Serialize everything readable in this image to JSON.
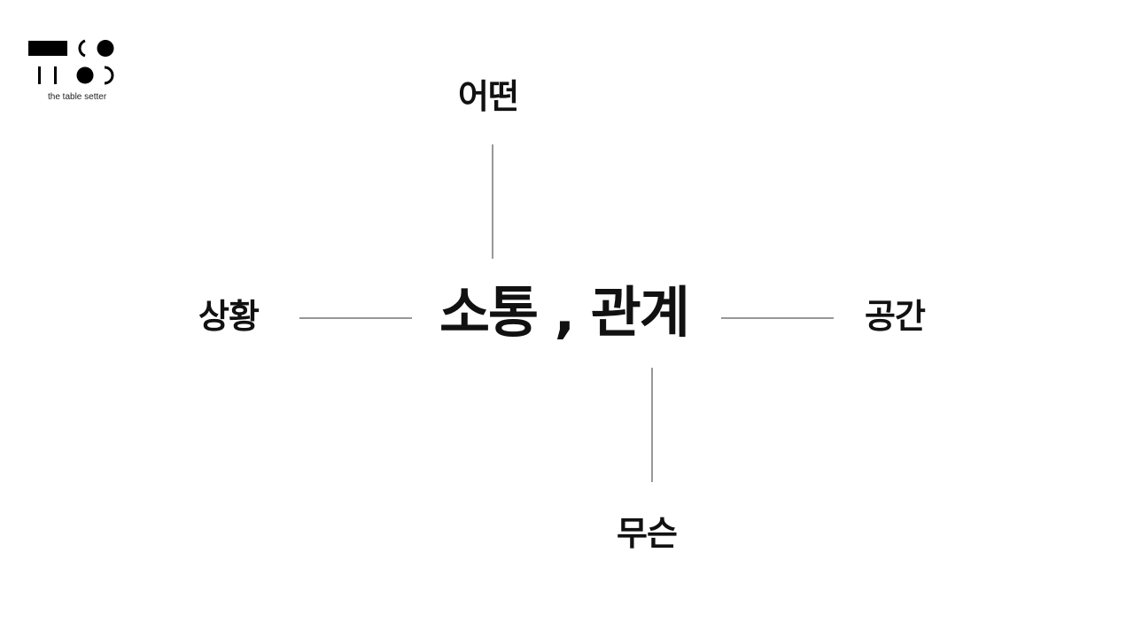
{
  "logo": {
    "caption": "the table setter"
  },
  "diagram": {
    "center": "소통 , 관계",
    "top": "어떤",
    "left": "상황",
    "right": "공간",
    "bottom": "무슨"
  },
  "colors": {
    "text": "#111111",
    "line": "#777777",
    "background": "#ffffff"
  }
}
